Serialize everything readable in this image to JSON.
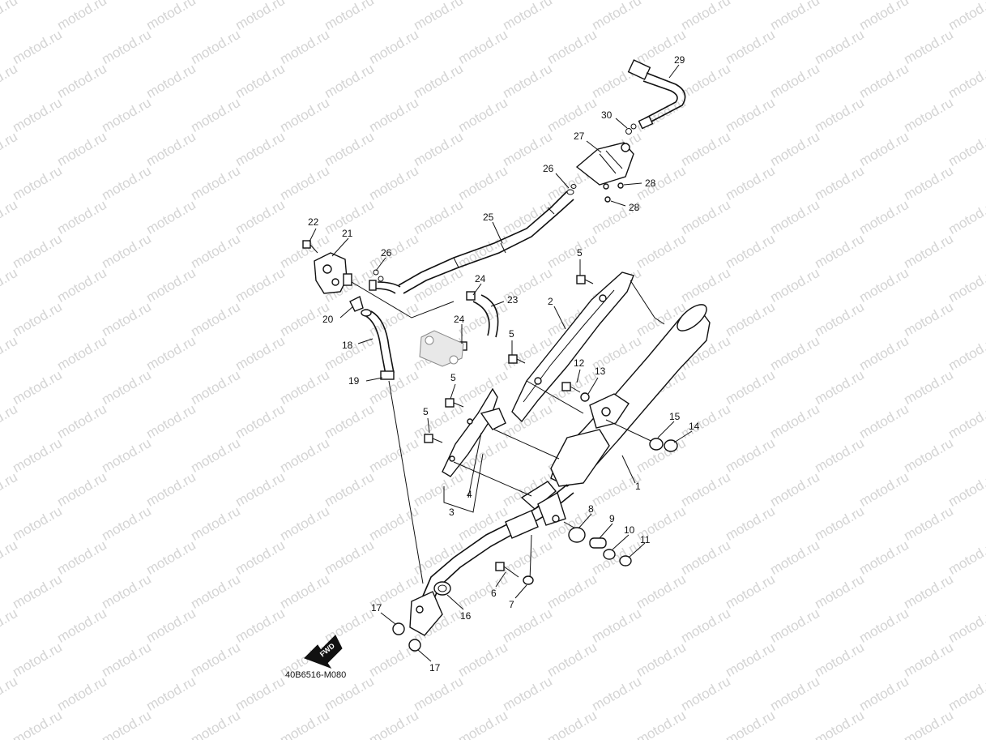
{
  "watermark": "motod.ru",
  "diagram_code": "40B6516-M080",
  "fwd_label": "FWD",
  "callouts": {
    "c1": "1",
    "c2": "2",
    "c3": "3",
    "c4": "4",
    "c5a": "5",
    "c5b": "5",
    "c5c": "5",
    "c5d": "5",
    "c6": "6",
    "c7": "7",
    "c8": "8",
    "c9": "9",
    "c10": "10",
    "c11": "11",
    "c12": "12",
    "c13": "13",
    "c14": "14",
    "c15": "15",
    "c16": "16",
    "c17a": "17",
    "c17b": "17",
    "c18": "18",
    "c19": "19",
    "c20": "20",
    "c21": "21",
    "c22": "22",
    "c23": "23",
    "c24a": "24",
    "c24b": "24",
    "c25": "25",
    "c26a": "26",
    "c26b": "26",
    "c27": "27",
    "c28a": "28",
    "c28b": "28",
    "c29": "29",
    "c30": "30"
  },
  "colors": {
    "line": "#111111",
    "watermark": "#d4d4d4",
    "background": "#ffffff"
  }
}
